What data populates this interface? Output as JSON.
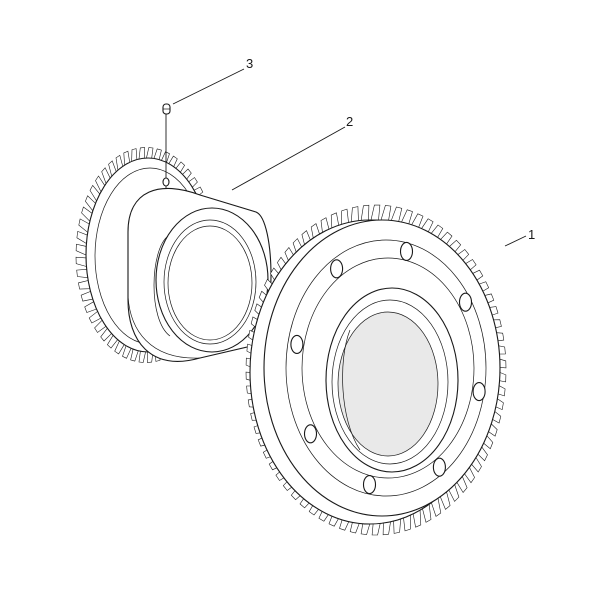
{
  "diagram": {
    "callouts": [
      {
        "id": "callout-1",
        "label": "1"
      },
      {
        "id": "callout-2",
        "label": "2"
      },
      {
        "id": "callout-3",
        "label": "3"
      }
    ],
    "parts": [
      {
        "name": "large-helical-gear",
        "callout": "1"
      },
      {
        "name": "spacer-sleeve",
        "callout": "2"
      },
      {
        "name": "small-helical-gear-with-pin",
        "callout": "3"
      }
    ]
  }
}
